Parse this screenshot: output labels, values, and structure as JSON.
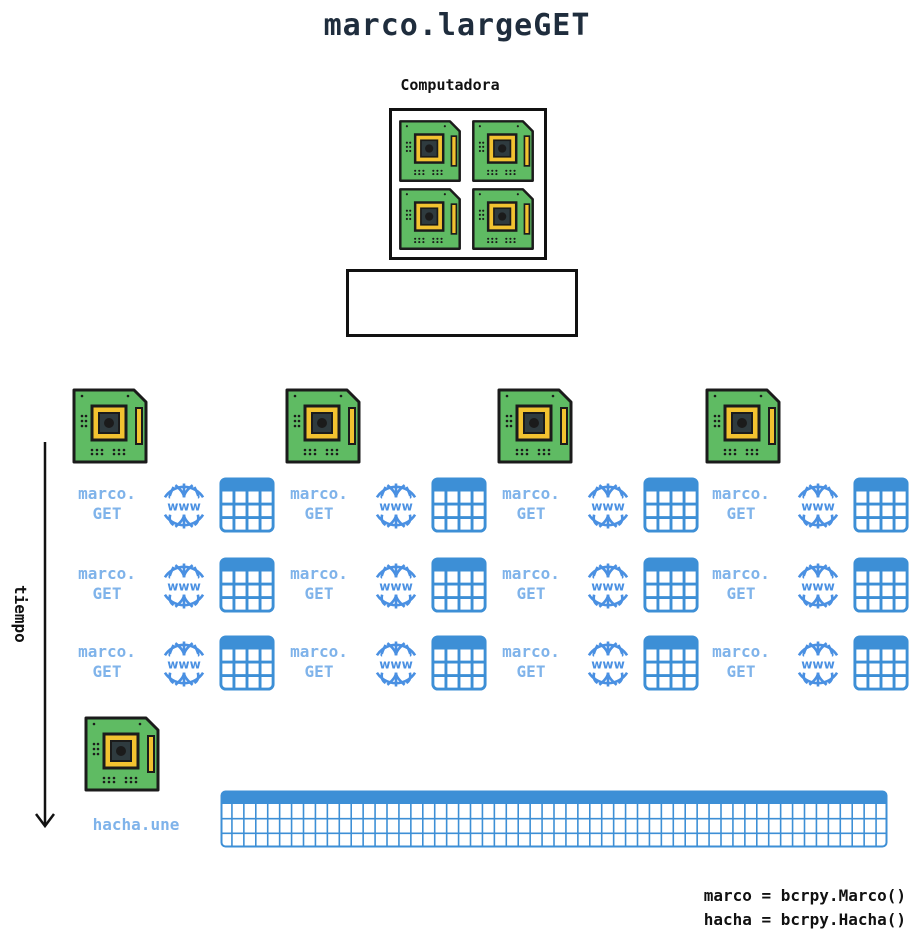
{
  "title": "marco.largeGET",
  "computer": {
    "label": "Computadora"
  },
  "time_axis": {
    "label": "tiempo"
  },
  "get_cell": {
    "line1": "marco.",
    "line2": "GET"
  },
  "grid": {
    "rows": 3,
    "columns": 4
  },
  "join": {
    "label": "hacha.une"
  },
  "code": {
    "line1": "marco = bcrpy.Marco()",
    "line2": "hacha = bcrpy.Hacha()"
  },
  "icons": {
    "chip": "cpu-chip-icon",
    "globe": "www-globe-icon",
    "table": "table-icon"
  },
  "colors": {
    "chip_green": "#5fbb63",
    "chip_border": "#1b1b1b",
    "chip_gold": "#f2c230",
    "accent_blue": "#4a90e2",
    "label_blue": "#7fb3ea",
    "table_blue": "#3d8fd6"
  }
}
